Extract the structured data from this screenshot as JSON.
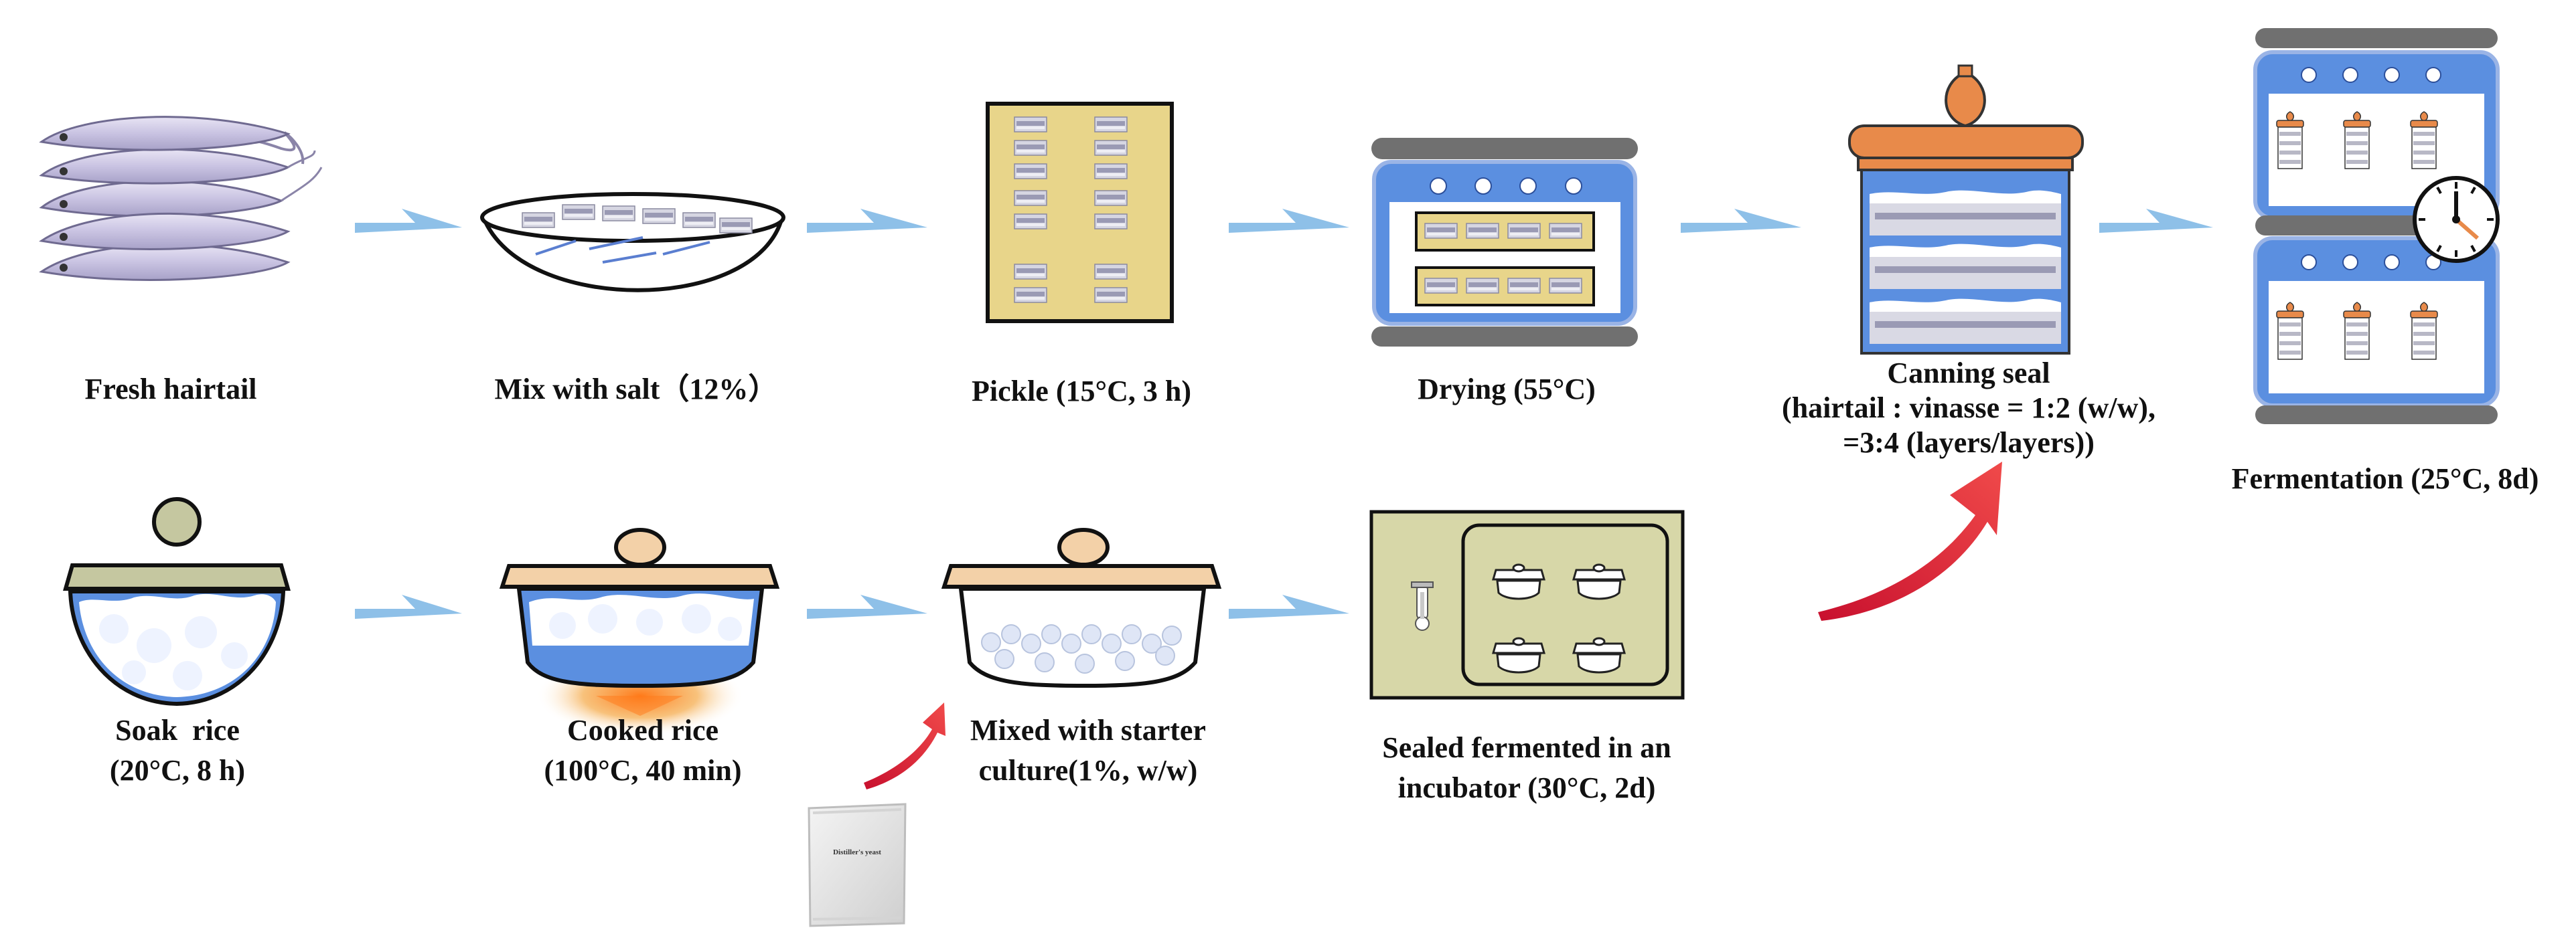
{
  "steps": {
    "fresh_hairtail": "Fresh hairtail",
    "mix_salt": "Mix with salt（12%）",
    "pickle": "Pickle (15°C, 3 h)",
    "drying": "Drying (55°C)",
    "canning": [
      "Canning seal",
      "(hairtail : vinasse = 1:2 (w/w),",
      "=3:4 (layers/layers))"
    ],
    "fermentation": "Fermentation (25°C, 8d)",
    "soak_rice": [
      "Soak  rice",
      "(20°C, 8 h)"
    ],
    "cooked_rice": [
      "Cooked rice",
      "(100°C, 40 min)"
    ],
    "mixed_starter": [
      "Mixed with starter",
      "culture(1%, w/w)"
    ],
    "sealed_ferment": [
      "Sealed fermented in an",
      "incubator (30°C, 2d)"
    ]
  },
  "yeast_bag_label": "Distiller's yeast",
  "colors": {
    "arrow": "#8ec0e8",
    "curved_arrow": "#e8313a",
    "oven_blue": "#5b8fe0",
    "oven_dark": "#707070",
    "pickle_board": "#e8d58a",
    "lid_olive": "#c5c7a0",
    "lid_peach": "#f3d1a8",
    "jar_lid": "#e88a4a",
    "incubator_bg": "#d7d7a8"
  }
}
